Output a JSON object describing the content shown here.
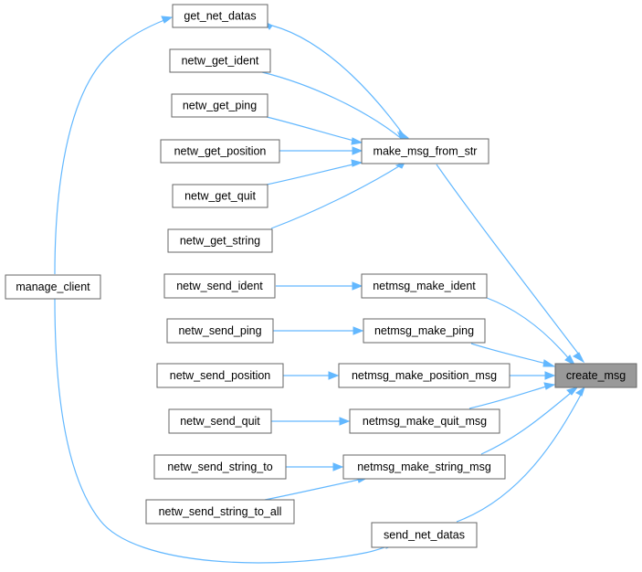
{
  "nodes": {
    "get_net_datas": "get_net_datas",
    "netw_get_ident": "netw_get_ident",
    "netw_get_ping": "netw_get_ping",
    "netw_get_position": "netw_get_position",
    "make_msg_from_str": "make_msg_from_str",
    "netw_get_quit": "netw_get_quit",
    "netw_get_string": "netw_get_string",
    "manage_client": "manage_client",
    "netw_send_ident": "netw_send_ident",
    "netmsg_make_ident": "netmsg_make_ident",
    "netw_send_ping": "netw_send_ping",
    "netmsg_make_ping": "netmsg_make_ping",
    "netw_send_position": "netw_send_position",
    "netmsg_make_position_msg": "netmsg_make_position_msg",
    "create_msg": "create_msg",
    "netw_send_quit": "netw_send_quit",
    "netmsg_make_quit_msg": "netmsg_make_quit_msg",
    "netw_send_string_to": "netw_send_string_to",
    "netmsg_make_string_msg": "netmsg_make_string_msg",
    "netw_send_string_to_all": "netw_send_string_to_all",
    "send_net_datas": "send_net_datas"
  },
  "focus_node": "create_msg",
  "colors": {
    "edge": "#63b8ff",
    "node_border": "#666666",
    "focus_fill": "#999999",
    "background": "#ffffff"
  }
}
